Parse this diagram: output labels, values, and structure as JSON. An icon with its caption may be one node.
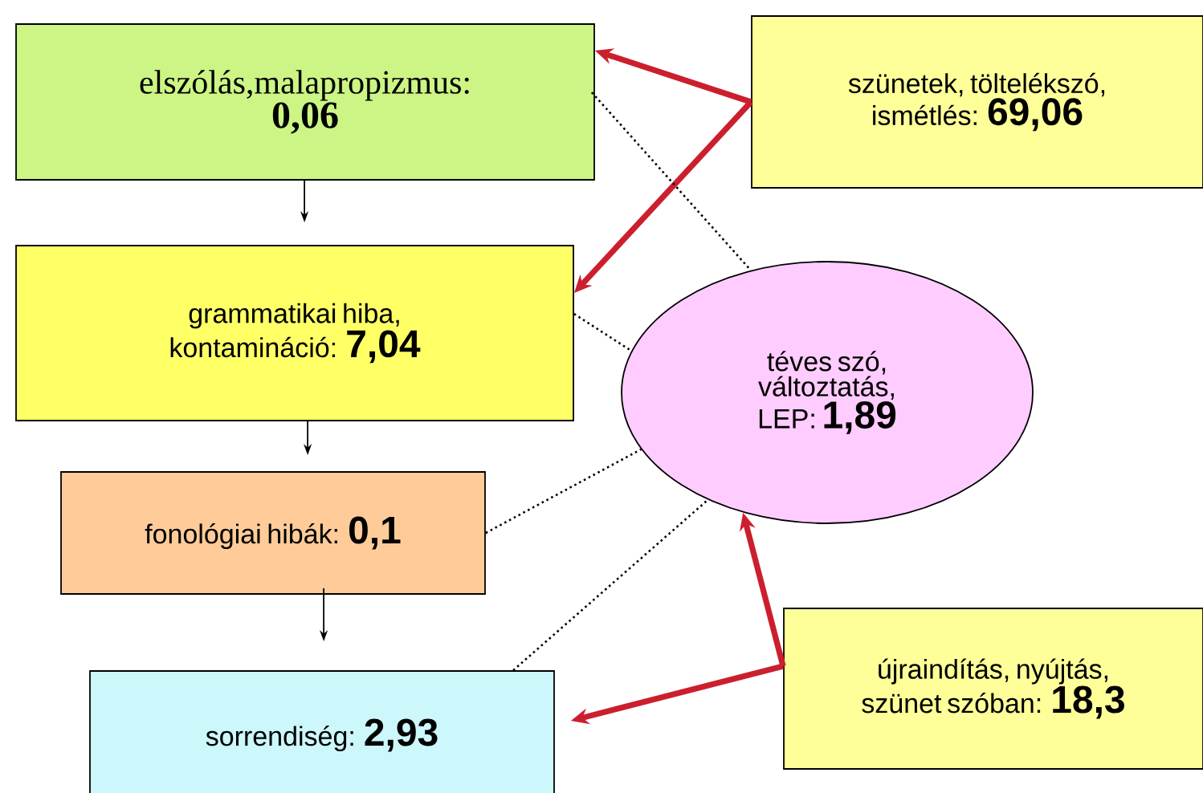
{
  "diagram": {
    "nodes": [
      {
        "text": [
          "elszólás,malapropizmus:",
          "0,06"
        ]
      },
      {
        "text": [
          "szünetek, töltelékszó, ismétlés:",
          "69,06"
        ]
      },
      {
        "text": [
          "grammatikai hiba, kontamináció:",
          "7,04"
        ]
      },
      {
        "text": [
          "téves szó, változtatás, LEP:",
          "1,89"
        ]
      },
      {
        "text": [
          "fonológiai hibák:",
          "0,1"
        ]
      },
      {
        "text": [
          "sorrendiség:",
          "2,93"
        ]
      },
      {
        "text": [
          "újraindítás, nyújtás, szünet szóban:",
          "18,3"
        ]
      }
    ],
    "edges": [
      {
        "from": 0,
        "to": 2,
        "arrow": "to"
      },
      {
        "from": 2,
        "to": 4,
        "arrow": "to"
      },
      {
        "from": 4,
        "to": 5,
        "arrow": "to"
      },
      {
        "from": 1,
        "to": 0,
        "arrow": "to",
        "style": "thick",
        "color": "#cc1f2e"
      },
      {
        "from": 1,
        "to": 2,
        "arrow": "to",
        "style": "thick",
        "color": "#cc1f2e"
      },
      {
        "from": 6,
        "to": 3,
        "arrow": "to",
        "style": "thick",
        "color": "#cc1f2e"
      },
      {
        "from": 6,
        "to": 5,
        "arrow": "to",
        "style": "thick",
        "color": "#cc1f2e"
      },
      {
        "from": 0,
        "to": 3,
        "arrow": "none",
        "style": "dashed"
      },
      {
        "from": 2,
        "to": 3,
        "arrow": "none",
        "style": "dashed"
      },
      {
        "from": 4,
        "to": 3,
        "arrow": "none",
        "style": "dashed"
      },
      {
        "from": 5,
        "to": 3,
        "arrow": "none",
        "style": "dashed"
      }
    ]
  }
}
